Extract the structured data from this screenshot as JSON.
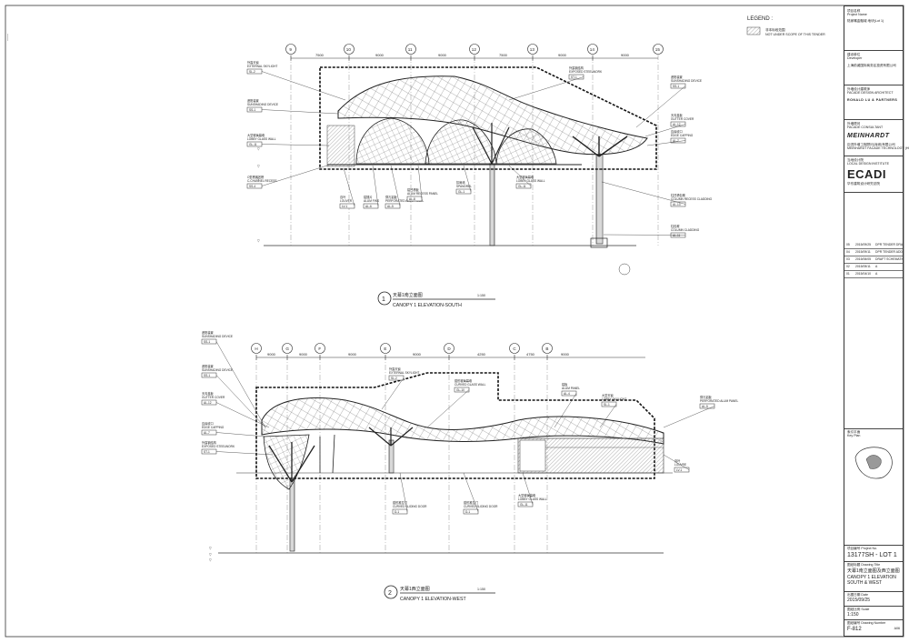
{
  "legend": {
    "title": "LEGEND :",
    "item_cn": "非本标段范围",
    "item_en": "NOT UNDER SCOPE OF THIS TENDER"
  },
  "drawings": [
    {
      "number": "1",
      "title_cn": "天幕1南立面图",
      "title_en": "CANOPY 1 ELEVATION-SOUTH",
      "scale": "1:150",
      "grids": [
        "9",
        "10",
        "11",
        "12",
        "13",
        "14",
        "15"
      ],
      "dims": [
        "7500",
        "9000",
        "9000",
        "7500",
        "9000",
        "9000"
      ],
      "labels": [
        {
          "cn": "外露天窗",
          "en": "EXTERNAL SKYLIGHT",
          "tag": "SL-2"
        },
        {
          "cn": "遮阳装置",
          "en": "SUNSHADING DEVICE",
          "tag": "SS-1"
        },
        {
          "cn": "大堂玻璃幕墙",
          "en": "LOBBY GLASS WALL",
          "tag": "GL-11"
        },
        {
          "cn": "C型槽钢凹槽",
          "en": "C-CHANNEL RECESS",
          "tag": "SS-4"
        },
        {
          "cn": "百叶",
          "en": "LOUVER",
          "tag": "LV-1"
        },
        {
          "cn": "铝翅片",
          "en": "ALUM FINS",
          "tag": "AL-6"
        },
        {
          "cn": "穿孔铝板",
          "en": "PERFORATED ALUM PANEL",
          "tag": "AL-5"
        },
        {
          "cn": "铝凹槽板",
          "en": "ALUM RECESS PANEL",
          "tag": "AL-8"
        },
        {
          "cn": "拱肩墙",
          "en": "SPANDREL",
          "tag": "GL-1"
        },
        {
          "cn": "大堂玻璃幕墙",
          "en": "LOBBY GLASS WALL",
          "tag": "GL-11"
        },
        {
          "cn": "外露钢结构",
          "en": "EXPOSED STEELWORK",
          "tag": "ST-1"
        },
        {
          "cn": "遮阳装置",
          "en": "SUNSHADING DEVICE",
          "tag": "SS-1"
        },
        {
          "cn": "天沟盖板",
          "en": "GUTTER COVER",
          "tag": "AL-12"
        },
        {
          "cn": "边缘收口",
          "en": "EDGE CAPPING",
          "tag": "AL-7"
        },
        {
          "cn": "柱凹槽包覆",
          "en": "COLUMN RECESS CLADDING",
          "tag": "AL-13"
        },
        {
          "cn": "柱包覆",
          "en": "COLUMN CLADDING",
          "tag": "AL-11"
        }
      ]
    },
    {
      "number": "2",
      "title_cn": "天幕1西立面图",
      "title_en": "CANOPY 1 ELEVATION-WEST",
      "scale": "1:150",
      "grids": [
        "H",
        "G",
        "F",
        "E",
        "D",
        "C",
        "B"
      ],
      "dims": [
        "9000",
        "9000",
        "9000",
        "9000",
        "4250",
        "4750",
        "9000"
      ],
      "labels": [
        {
          "cn": "遮阳装置",
          "en": "SUNSHADING DEVICE",
          "tag": "SS-1"
        },
        {
          "cn": "遮阳装置",
          "en": "SUNSHADING DEVICE",
          "tag": "SS-1"
        },
        {
          "cn": "天沟盖板",
          "en": "GUTTER COVER",
          "tag": "AL-12"
        },
        {
          "cn": "边缘收口",
          "en": "EDGE CAPPING",
          "tag": "AL-7"
        },
        {
          "cn": "外露钢结构",
          "en": "EXPOSED STEELWORK",
          "tag": "ST-1"
        },
        {
          "cn": "外露天窗",
          "en": "EXTERNAL SKYLIGHT",
          "tag": "SL-2"
        },
        {
          "cn": "弧形玻璃幕墙",
          "en": "CURVED GLASS WALL",
          "tag": "GL-10"
        },
        {
          "cn": "铝板",
          "en": "ALUM PANEL",
          "tag": "AL-4"
        },
        {
          "cn": "大堂天窗",
          "en": "LOBBY SKYLIGHT",
          "tag": "SL-1"
        },
        {
          "cn": "穿孔铝板",
          "en": "PERFORATED ALUM PANEL",
          "tag": "AL-5"
        },
        {
          "cn": "百叶",
          "en": "LOUVRE",
          "tag": "LV-1"
        },
        {
          "cn": "弧形推拉门",
          "en": "CURVED SLIDING DOOR",
          "tag": "D-1"
        },
        {
          "cn": "弧形推拉门",
          "en": "CURVED SLIDING DOOR",
          "tag": "D-1"
        },
        {
          "cn": "大堂玻璃幕墙",
          "en": "LOBBY GLASS WALL",
          "tag": "GL-11"
        }
      ]
    }
  ],
  "title_block": {
    "project_name_label": "项目名称\nProject Name",
    "project_name": "陆家嘴金融城  地块(Lot 1)",
    "developer_label": "建设单位\nDeveloper",
    "developer": "上海前滩国际商务区投资有限公司",
    "facade_architect_label": "外墙设计建筑师\nFACADE DESIGN ARCHITECT",
    "facade_architect": "RONALD LU & PARTNERS",
    "facade_consultant_label": "外墙顾问\nFACADE CONSULTANT",
    "facade_consultant": "MEINHARDT",
    "consultant_sub": "迈进外墙工程顾问(深圳)有限公司\nMEINHARDT FACADE TECHNOLOGY (HK) LTD",
    "ldi_label": "当地设计院\nLOCAL DESIGN INSTITUTE",
    "ldi": "ECADI",
    "ldi_sub": "华东建筑设计研究总院",
    "revisions": [
      {
        "rev": "05",
        "date": "2015/09/25",
        "desc": "DPR TENDER DRAFT"
      },
      {
        "rev": "04",
        "date": "2015/09/11",
        "desc": "DPR TENDER ADDENDUM"
      },
      {
        "rev": "03",
        "date": "2015/06/05",
        "desc": "DRAFT SCHEMATIC"
      },
      {
        "rev": "02",
        "date": "2015/05/11",
        "desc": "A"
      },
      {
        "rev": "01",
        "date": "2015/04/10",
        "desc": "A"
      }
    ],
    "key_plan_label": "索引平面\nKey Plan",
    "project_no_label": "项目编号 Project No.",
    "project_no": "13177SH - LOT 1",
    "drawing_title_label": "图纸标题 Drawing Title",
    "drawing_title_cn": "天幕1南立面图及西立面图",
    "drawing_title_en": "CANOPY 1 ELEVATION SOUTH & WEST",
    "date_label": "出图日期 Date",
    "date": "2015/09/25",
    "scale_label": "图纸比例 Scale",
    "scale": "1:150",
    "drawing_no_label": "图纸编号 Drawing Number",
    "drawing_no": "F-812",
    "rev_box": "版本",
    "rev": "A06"
  },
  "colors": {
    "line": "#2b2b2b",
    "hatch": "#888888",
    "paper": "#ffffff",
    "cloud": "#111111"
  }
}
